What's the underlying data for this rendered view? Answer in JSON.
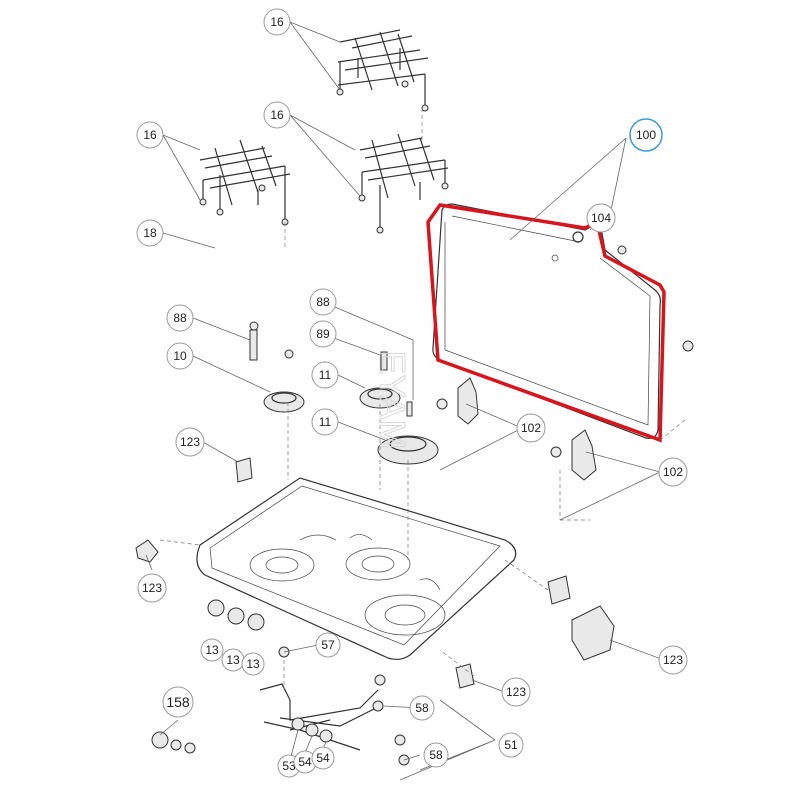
{
  "highlight_color": "#d9141b",
  "accent_circle_color": "#3a9ad9",
  "watermark_text": "EYAM",
  "callouts": [
    {
      "id": "c16a",
      "label": "16"
    },
    {
      "id": "c16b",
      "label": "16"
    },
    {
      "id": "c16c",
      "label": "16"
    },
    {
      "id": "c18",
      "label": "18"
    },
    {
      "id": "c100",
      "label": "100"
    },
    {
      "id": "c104",
      "label": "104"
    },
    {
      "id": "c88a",
      "label": "88"
    },
    {
      "id": "c88b",
      "label": "88"
    },
    {
      "id": "c89",
      "label": "89"
    },
    {
      "id": "c10",
      "label": "10"
    },
    {
      "id": "c11a",
      "label": "11"
    },
    {
      "id": "c11b",
      "label": "11"
    },
    {
      "id": "c102a",
      "label": "102"
    },
    {
      "id": "c102b",
      "label": "102"
    },
    {
      "id": "c123a",
      "label": "123"
    },
    {
      "id": "c123b",
      "label": "123"
    },
    {
      "id": "c123c",
      "label": "123"
    },
    {
      "id": "c123d",
      "label": "123"
    },
    {
      "id": "c13a",
      "label": "13"
    },
    {
      "id": "c13b",
      "label": "13"
    },
    {
      "id": "c13c",
      "label": "13"
    },
    {
      "id": "c57",
      "label": "57"
    },
    {
      "id": "c158",
      "label": "158"
    },
    {
      "id": "c58a",
      "label": "58"
    },
    {
      "id": "c58b",
      "label": "58"
    },
    {
      "id": "c51",
      "label": "51"
    },
    {
      "id": "c53",
      "label": "53"
    },
    {
      "id": "c54a",
      "label": "54"
    },
    {
      "id": "c54b",
      "label": "54"
    }
  ]
}
